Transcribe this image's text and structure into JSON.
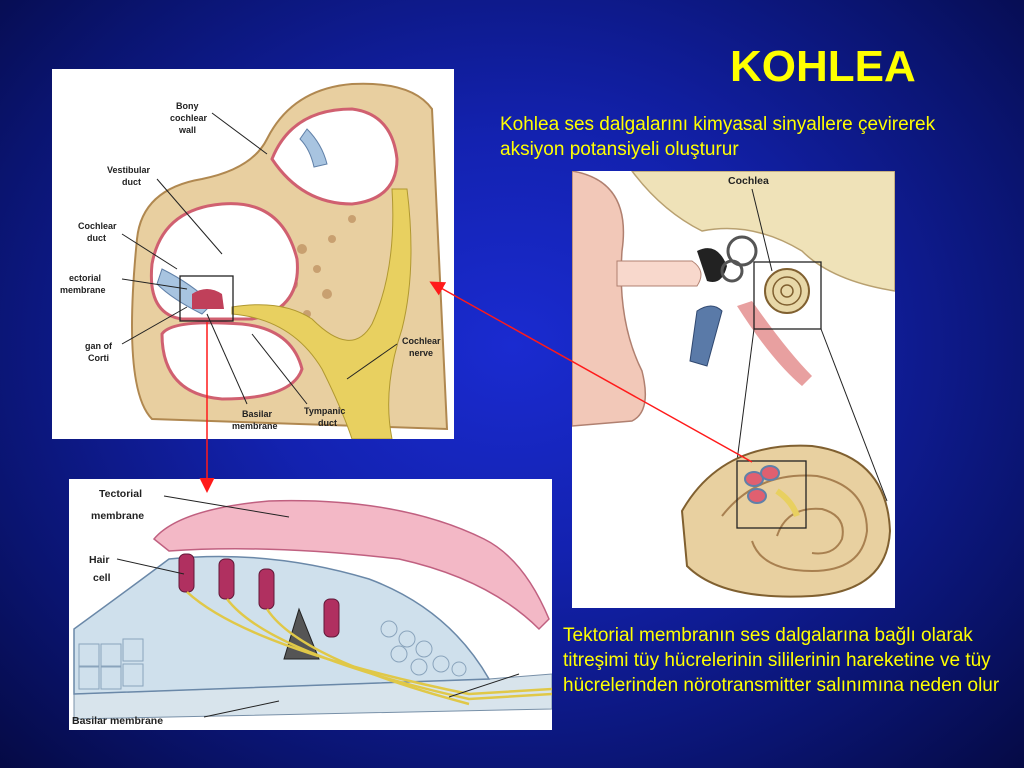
{
  "slide": {
    "title": "KOHLEA",
    "subtitle": "Kohlea ses dalgalarını kimyasal sinyallere çevirerek aksiyon potansiyeli oluşturur",
    "bottom_text": "Tektorial membranın ses dalgalarına bağlı olarak titreşimi tüy hücrelerinin sililerinin hareketine ve tüy hücrelerinden nörotransmitter salınımına neden olur"
  },
  "cross_section": {
    "labels": {
      "bony_1": "Bony",
      "bony_2": "cochlear",
      "bony_3": "wall",
      "vest_1": "Vestibular",
      "vest_2": "duct",
      "coch_1": "Cochlear",
      "coch_2": "duct",
      "tect_1": "ectorial",
      "tect_2": "membrane",
      "organ_1": "gan of",
      "organ_2": "Corti",
      "basilar_1": "Basilar",
      "basilar_2": "membrane",
      "tymp_1": "Tympanic",
      "tymp_2": "duct",
      "nerve_1": "Cochlear",
      "nerve_2": "nerve"
    }
  },
  "ear": {
    "labels": {
      "cochlea": "Cochlea"
    }
  },
  "corti": {
    "labels": {
      "tect_1": "Tectorial",
      "tect_2": "membrane",
      "hair_1": "Hair",
      "hair_2": "cell",
      "basilar": "Basilar   membrane"
    }
  },
  "colors": {
    "background": "#1322b0",
    "text": "#ffff00",
    "arrow": "#ff1a1a",
    "bone": "#e8cfa0",
    "membrane_pink": "#f0b8c4",
    "nerve_yellow": "#e8d060"
  }
}
